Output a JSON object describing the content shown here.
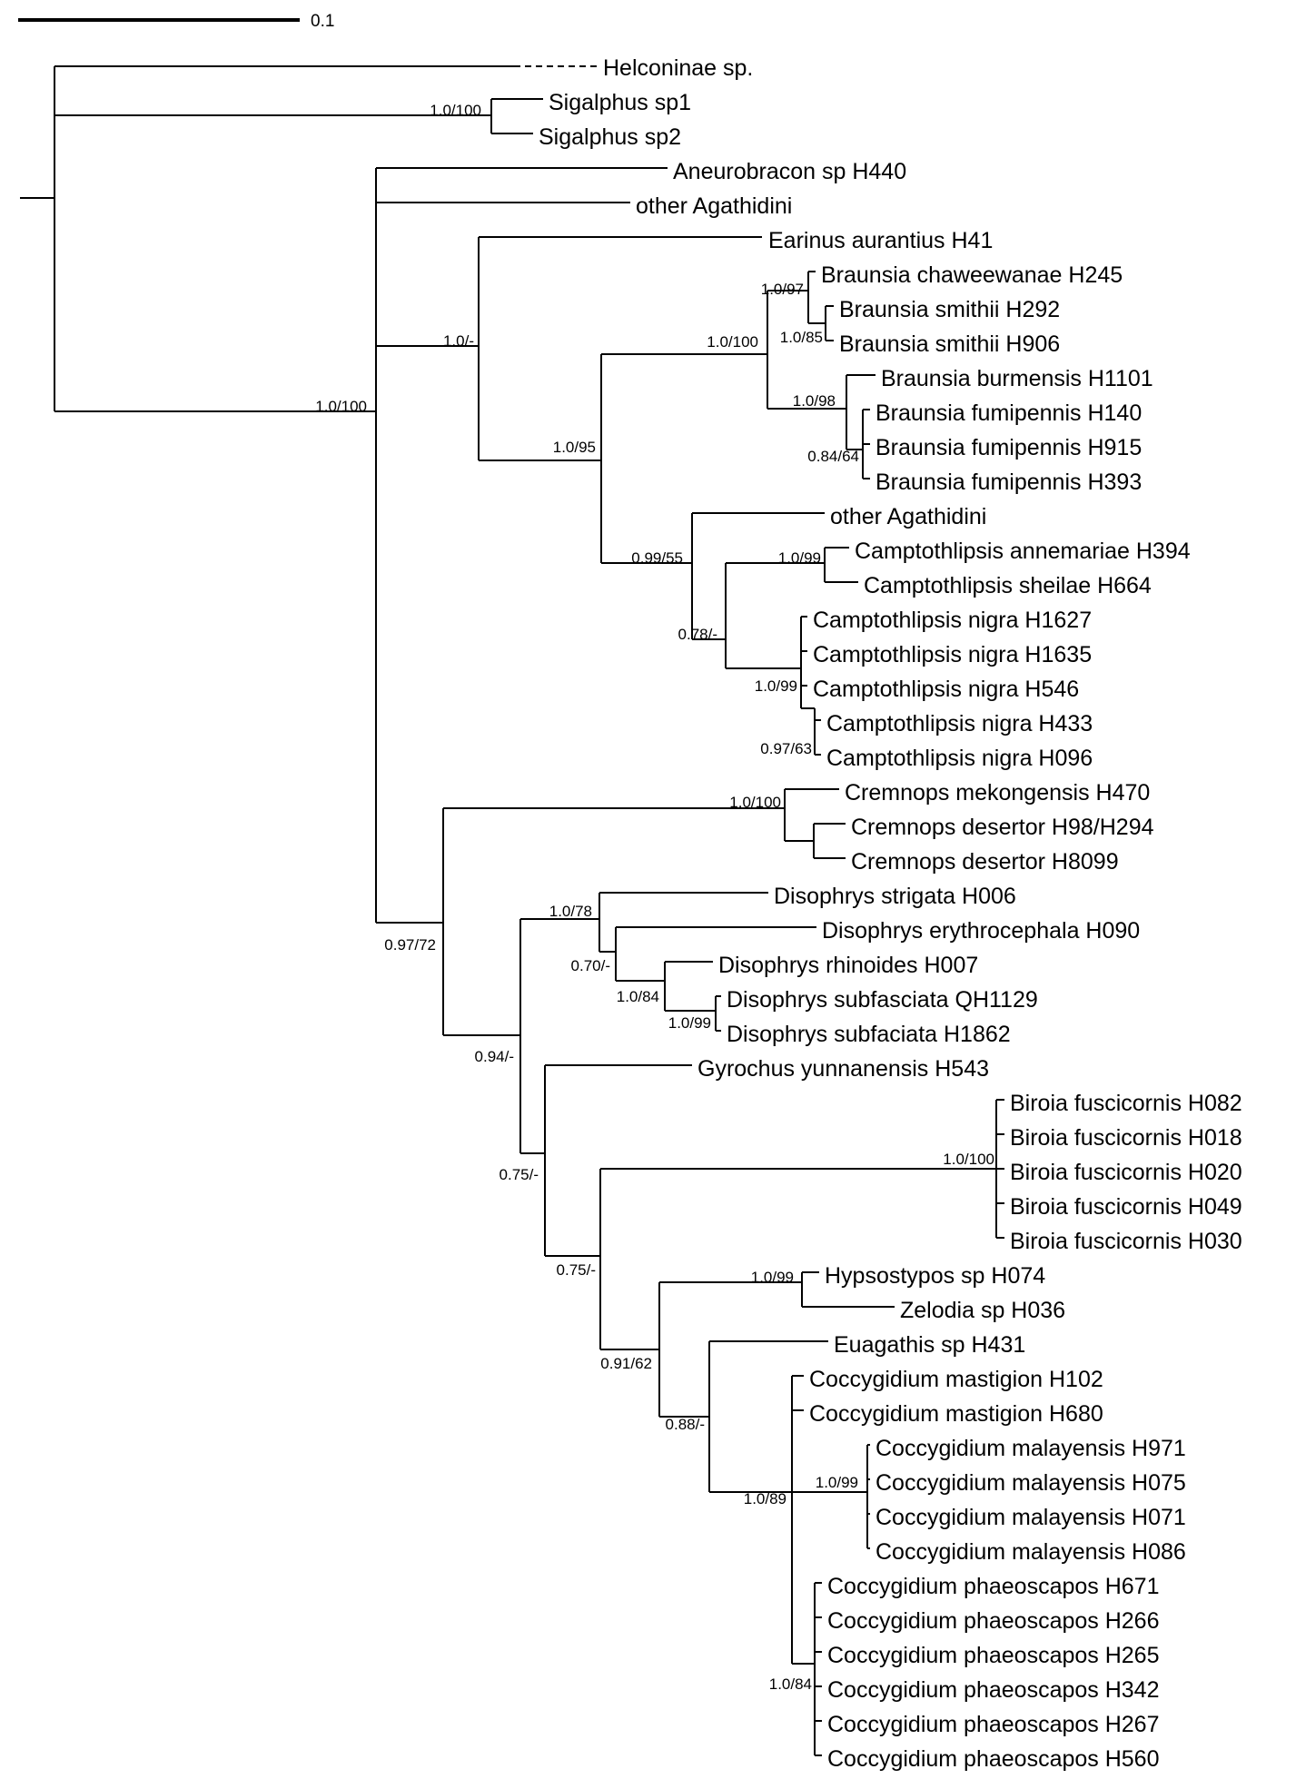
{
  "figure": {
    "scale_label": "0.1",
    "taxa": [
      "Helconinae sp.",
      "Sigalphus sp1",
      "Sigalphus sp2",
      "Aneurobracon sp H440",
      "other Agathidini",
      "Earinus aurantius H41",
      "Braunsia chaweewanae H245",
      "Braunsia smithii H292",
      "Braunsia smithii H906",
      "Braunsia burmensis H1101",
      "Braunsia fumipennis H140",
      "Braunsia fumipennis H915",
      "Braunsia fumipennis H393",
      "other Agathidini",
      "Camptothlipsis annemariae H394",
      "Camptothlipsis sheilae H664",
      "Camptothlipsis nigra H1627",
      "Camptothlipsis nigra H1635",
      "Camptothlipsis nigra H546",
      "Camptothlipsis nigra H433",
      "Camptothlipsis nigra H096",
      "Cremnops mekongensis H470",
      "Cremnops desertor H98/H294",
      "Cremnops desertor H8099",
      "Disophrys strigata H006",
      "Disophrys erythrocephala H090",
      "Disophrys rhinoides H007",
      "Disophrys subfasciata QH1129",
      "Disophrys subfaciata H1862",
      "Gyrochus yunnanensis H543",
      "Biroia fuscicornis H082",
      "Biroia fuscicornis H018",
      "Biroia fuscicornis H020",
      "Biroia fuscicornis H049",
      "Biroia fuscicornis H030",
      "Hypsostypos sp H074",
      "Zelodia  sp H036",
      "Euagathis sp H431",
      "Coccygidium mastigion H102",
      "Coccygidium mastigion H680",
      "Coccygidium malayensis H971",
      "Coccygidium malayensis H075",
      "Coccygidium malayensis H071",
      "Coccygidium malayensis H086",
      "Coccygidium phaeoscapos H671",
      "Coccygidium phaeoscapos H266",
      "Coccygidium phaeoscapos H265",
      "Coccygidium phaeoscapos H342",
      "Coccygidium phaeoscapos H267",
      "Coccygidium phaeoscapos H560"
    ],
    "supports": [
      "1.0/100",
      "1.0/100",
      "1.0/-",
      "1.0/95",
      "1.0/100",
      "1.0/97",
      "1.0/85",
      "1.0/98",
      "0.84/64",
      "0.99/55",
      "0.78/-",
      "1.0/99",
      "1.0/99",
      "0.97/63",
      "0.97/72",
      "1.0/100",
      "0.94/-",
      "1.0/78",
      "0.70/-",
      "1.0/84",
      "1.0/99",
      "0.75/-",
      "0.75/-",
      "1.0/100",
      "0.91/62",
      "1.0/99",
      "0.88/-",
      "1.0/89",
      "1.0/99",
      "1.0/84"
    ]
  }
}
